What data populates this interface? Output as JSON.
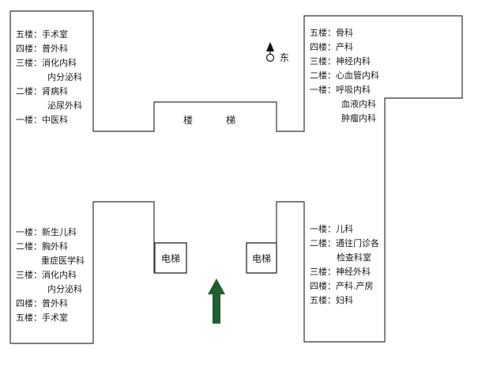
{
  "blocks": {
    "north_west": [
      "五楼：手术室",
      "四楼：普外科",
      "三楼：消化内科",
      "内分泌科",
      "二楼：肾病科",
      "泌尿外科",
      "一楼：中医科"
    ],
    "north_east": [
      "五楼：骨科",
      "四楼：产科",
      "三楼：神经内科",
      "二楼：心血管内科",
      "一楼：呼吸内科",
      "血液内科",
      "肿瘤内科"
    ],
    "south_west": [
      "一楼：新生儿科",
      "二楼：胸外科",
      "重症医学科",
      "三楼：消化内科",
      "内分泌科",
      "四楼：普外科",
      "五楼：手术室"
    ],
    "south_east": [
      "一楼：儿科",
      "二楼：通往门诊各",
      "检查科室",
      "三楼：神经外科",
      "四楼：产科.产房",
      "五楼：妇科"
    ]
  },
  "stairs": {
    "label_1": "楼",
    "label_2": "梯"
  },
  "elevators": {
    "left": "电梯",
    "right": "电梯"
  },
  "compass": {
    "label": "东"
  },
  "colors": {
    "walls": "#333333",
    "entrance_arrow": "#1f5e2e"
  }
}
